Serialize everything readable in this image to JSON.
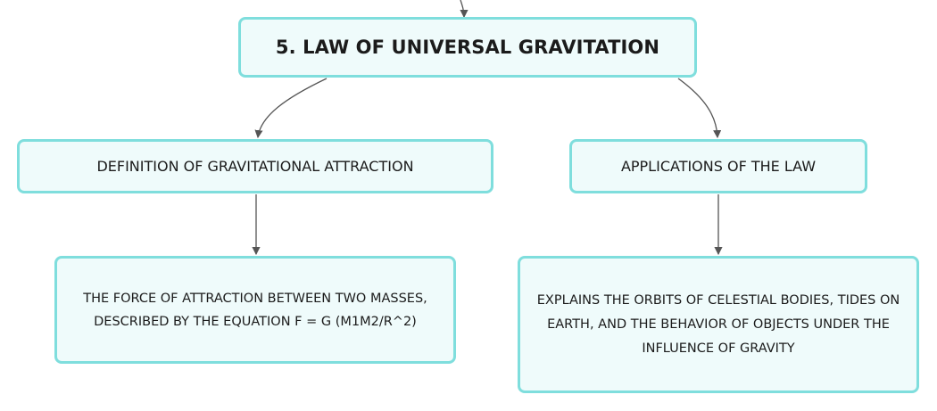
{
  "root": {
    "label": "5. LAW OF UNIVERSAL GRAVITATION"
  },
  "children": [
    {
      "label": "DEFINITION OF GRAVITATIONAL ATTRACTION",
      "detail": "THE FORCE OF ATTRACTION BETWEEN TWO MASSES, DESCRIBED BY THE EQUATION F = G (M1M2/R^2)"
    },
    {
      "label": "APPLICATIONS OF THE LAW",
      "detail": "EXPLAINS THE ORBITS OF CELESTIAL BODIES, TIDES ON EARTH, AND THE BEHAVIOR OF OBJECTS UNDER THE INFLUENCE OF GRAVITY"
    }
  ],
  "colors": {
    "node_fill": "#effbfb",
    "node_border": "#7fdedd",
    "connector": "#555555",
    "text": "#1b1b1b"
  }
}
